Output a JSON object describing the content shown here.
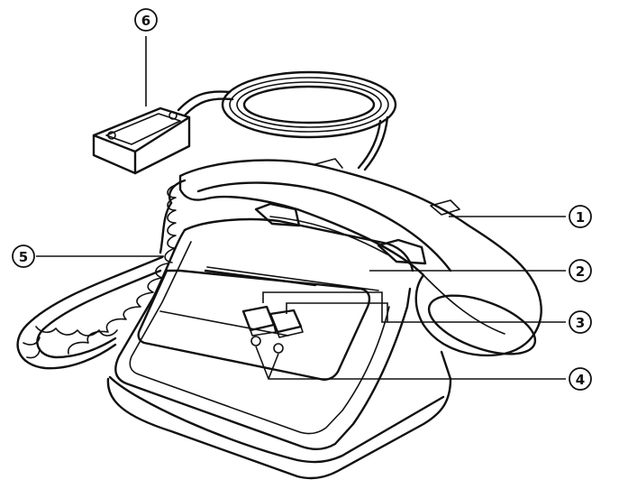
{
  "callouts": [
    {
      "id": "1",
      "label": "1"
    },
    {
      "id": "2",
      "label": "2"
    },
    {
      "id": "3",
      "label": "3"
    },
    {
      "id": "4",
      "label": "4"
    },
    {
      "id": "5",
      "label": "5"
    },
    {
      "id": "6",
      "label": "6"
    }
  ],
  "colors": {
    "ink": "#111111",
    "paper": "#ffffff"
  }
}
